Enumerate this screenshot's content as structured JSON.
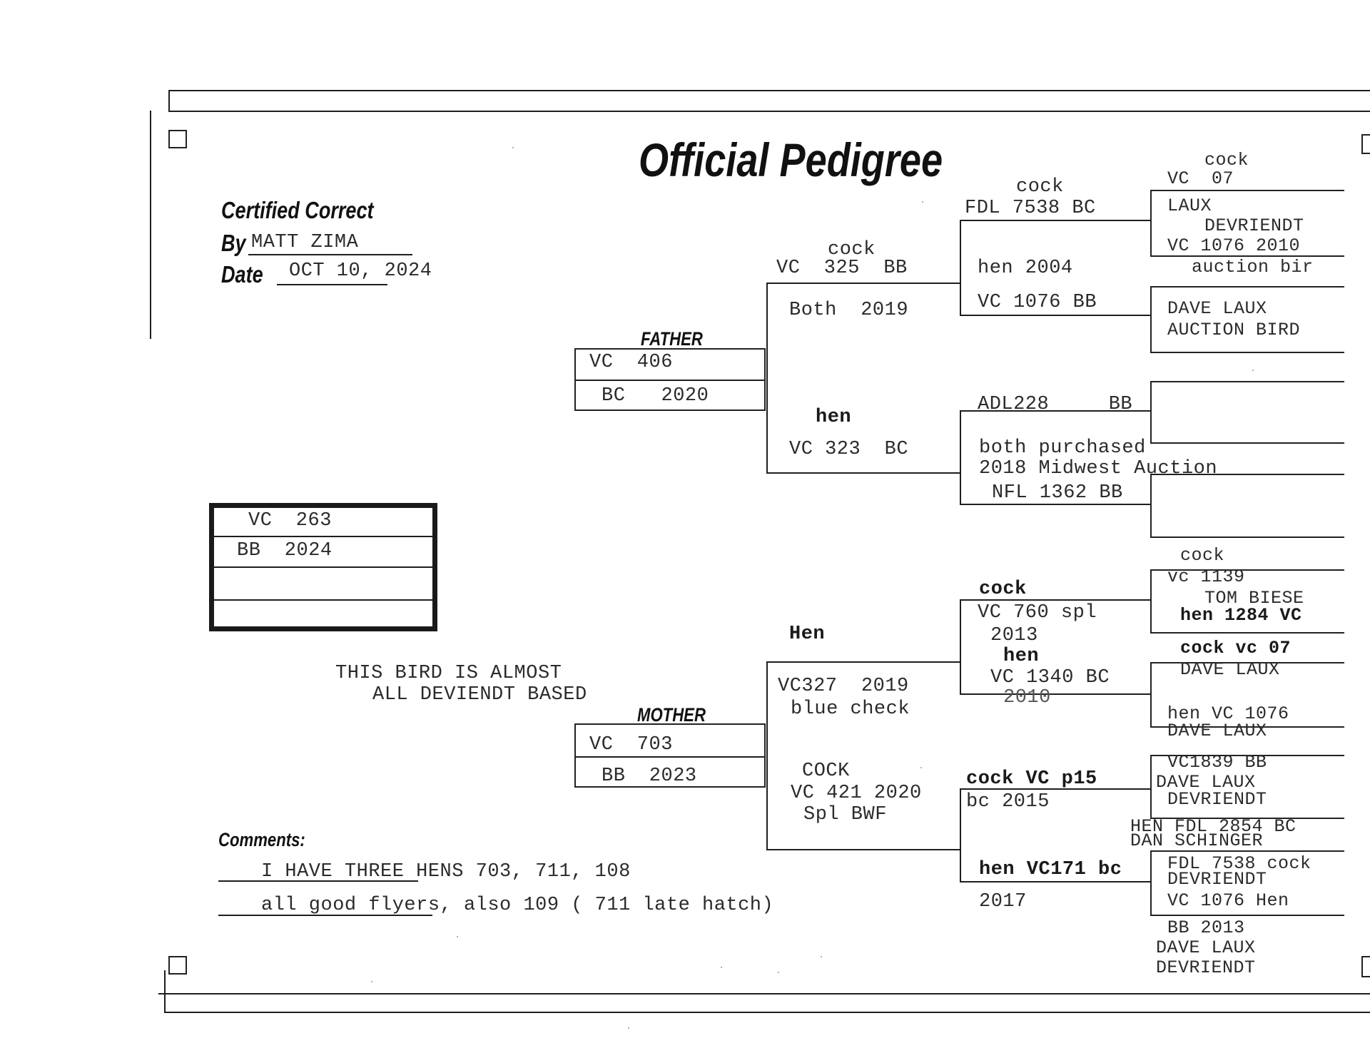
{
  "title": "Official Pedigree",
  "header": {
    "certified_label": "Certified Correct",
    "by_label": "By",
    "by_value": "MATT ZIMA",
    "date_label": "Date",
    "date_value": "OCT 10, 2024"
  },
  "subject": {
    "line1": "VC  263",
    "line2": "BB  2024",
    "line3": "",
    "line4": ""
  },
  "note": {
    "line1": "THIS BIRD IS ALMOST",
    "line2": "ALL DEVIENDT BASED"
  },
  "father": {
    "label": "FATHER",
    "line1": "VC  406",
    "line2": "BC   2020"
  },
  "mother": {
    "label": "MOTHER",
    "line1": "VC  703",
    "line2": "BB  2023"
  },
  "gen2": {
    "ff_sex": "cock",
    "ff_band": "VC  325  BB",
    "ff_note": "Both  2019",
    "fm_sex": "hen",
    "fm_band": "VC 323  BC",
    "mf_sex": "Hen",
    "mf_line1": "VC327  2019",
    "mf_line2": "blue check",
    "mm_line1": "COCK",
    "mm_line2": "VC 421 2020",
    "mm_line3": "Spl BWF"
  },
  "gen3": {
    "a_sex": "cock",
    "a_band": "FDL 7538 BC",
    "b_line1": "hen 2004",
    "b_line2": "VC 1076 BB",
    "c_band": "ADL228     BB",
    "c_line1": "both purchased",
    "c_line2": "2018 Midwest Auction",
    "c_line3": "NFL 1362 BB",
    "d_sex": "cock",
    "d_line1": "VC 760 spl",
    "d_line2": "2013",
    "d_line3": "hen",
    "d_line4": "VC 1340 BC",
    "d_line5": "2010",
    "e_line1": "cock VC p15",
    "e_line2": "bc 2015",
    "f_line1": "hen VC171 bc",
    "f_line2": "2017"
  },
  "gen4": {
    "a_sex": "cock",
    "a_band": "VC  07",
    "a_line1": "LAUX",
    "a_line2": "DEVRIENDT",
    "a_line3": "VC 1076 2010",
    "a_line4": "auction bir",
    "b_line1": "DAVE LAUX",
    "b_line2": "AUCTION BIRD",
    "c_sex": "cock",
    "c_line1": "vc 1139",
    "c_line2": "TOM BIESE",
    "c_line3": "hen 1284 VC",
    "d_line1": "cock vc 07",
    "d_line2": "DAVE LAUX",
    "d_line3": "hen VC 1076",
    "d_line4": "DAVE LAUX",
    "e_line1": "VC1839 BB",
    "e_line2": "DAVE LAUX",
    "e_line3": "DEVRIENDT",
    "e_line4": "HEN FDL 2854 BC",
    "e_line5": "DAN SCHINGER",
    "f_line1": "FDL 7538 cock",
    "f_line2": "DEVRIENDT",
    "f_line3": "VC 1076 Hen",
    "f_line4": "BB 2013",
    "f_line5": "DAVE LAUX",
    "f_line6": "DEVRIENDT"
  },
  "comments": {
    "label": "Comments:",
    "line1": "I HAVE THREE HENS 703, 711, 108",
    "line2": "all good flyers, also 109 ( 711 late hatch)"
  }
}
